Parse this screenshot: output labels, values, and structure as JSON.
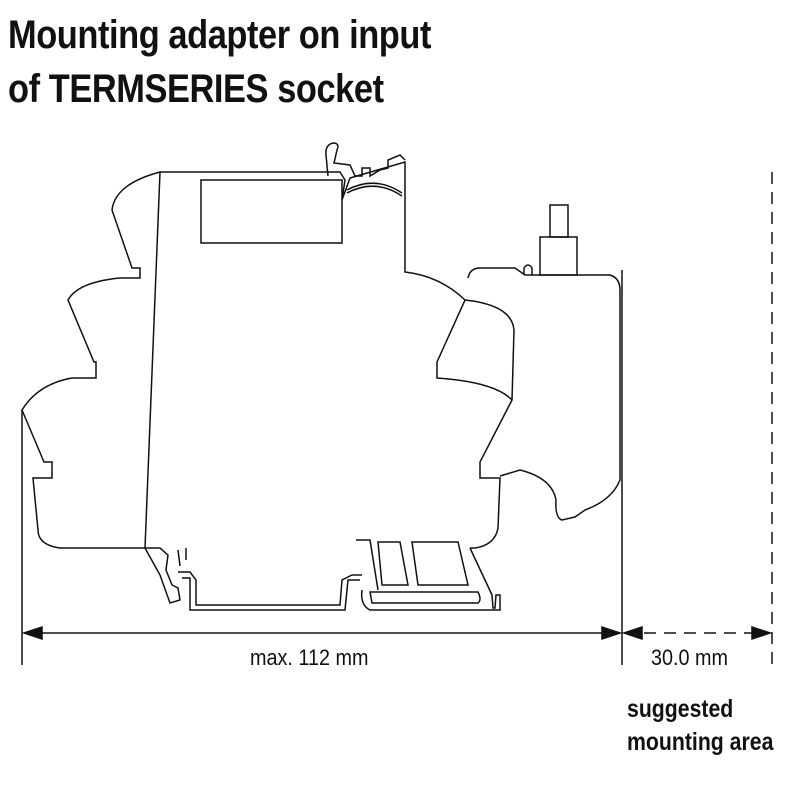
{
  "title": {
    "line1": "Mounting adapter on input",
    "line2": "of TERMSERIES socket"
  },
  "dimensions": {
    "width": "max. 112 mm",
    "mounting": "30.0 mm"
  },
  "note": {
    "line1": "suggested",
    "line2": "mounting area"
  }
}
